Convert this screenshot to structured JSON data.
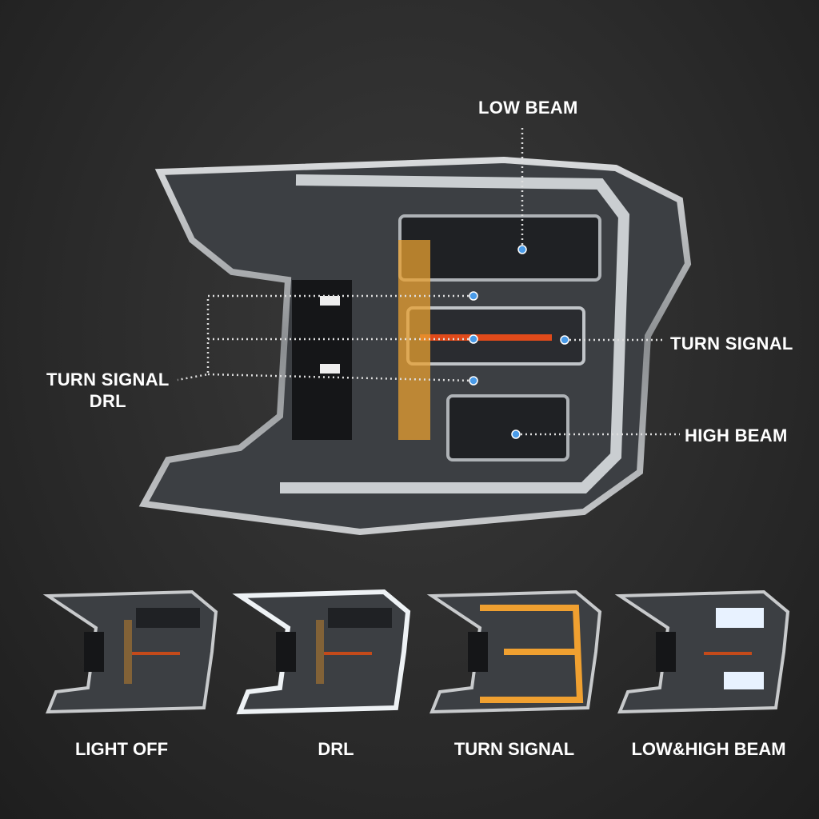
{
  "callouts": {
    "low_beam": "LOW BEAM",
    "turn_signal_right": "TURN SIGNAL",
    "high_beam": "HIGH BEAM",
    "turn_signal_drl_line1": "TURN SIGNAL",
    "turn_signal_drl_line2": "DRL"
  },
  "modes": [
    {
      "label": "LIGHT OFF"
    },
    {
      "label": "DRL"
    },
    {
      "label": "TURN SIGNAL"
    },
    {
      "label": "LOW&HIGH BEAM"
    }
  ],
  "colors": {
    "dot": "#4a9be8",
    "amber": "#e8a030",
    "turn_red": "#e04a1a"
  }
}
